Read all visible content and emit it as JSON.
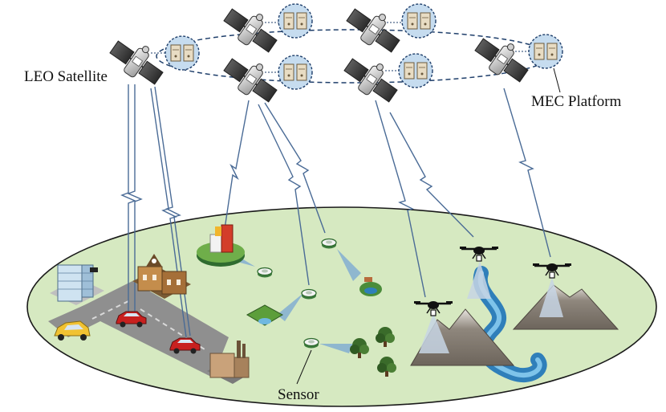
{
  "labels": {
    "leo_satellite": "LEO Satellite",
    "mec_platform": "MEC Platform",
    "sensor": "Sensor"
  },
  "colors": {
    "ground_fill": "#d6e9c1",
    "ground_stroke": "#1a1a1a",
    "orbit": "#1f3f6b",
    "link": "#4a6b96",
    "mec_bubble": "#c6dcef",
    "sensor_beam": "#8fb7cf",
    "drone_beam": "#c7d5e4",
    "road": "#8f8f8f",
    "river": "#2f7fba",
    "mountain": "#8a8176"
  },
  "icons": {
    "satellite": "satellite-icon",
    "mec": "server-rack-icon",
    "drone": "drone-icon",
    "sensor": "sensor-icon",
    "building": "building-icon",
    "car": "car-icon",
    "tree": "tree-icon",
    "mountain": "mountain-icon",
    "factory": "factory-icon"
  }
}
